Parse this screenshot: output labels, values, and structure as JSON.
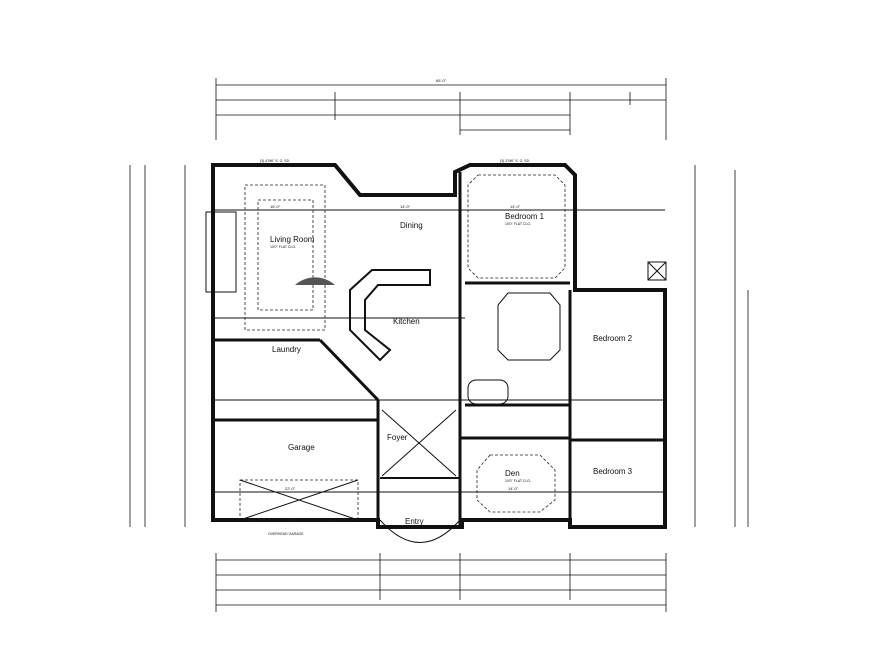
{
  "rooms": {
    "living": "Living Room",
    "dining": "Dining",
    "kitchen": "Kitchen",
    "laundry": "Laundry",
    "bedroom1": "Bedroom 1",
    "bedroom2": "Bedroom 2",
    "bedroom3": "Bedroom 3",
    "garage": "Garage",
    "foyer": "Foyer",
    "den": "Den",
    "entry": "Entry"
  },
  "notes": {
    "ceiling": "10'0\" FLAT CLG.",
    "window_top": "(3) 4'0W\" S. G. SD.",
    "bed1_window": "(3) 3'0W\" S. G. SD.",
    "garage_door": "OVERHEAD GARAGE"
  },
  "dims": {
    "overall": "65'-0\"",
    "living_w": "16'-0\"",
    "dining_w": "14'-0\"",
    "bed1_w": "14'-0\"",
    "garage_w": "22'-0\"",
    "den_w": "14'-0\""
  }
}
